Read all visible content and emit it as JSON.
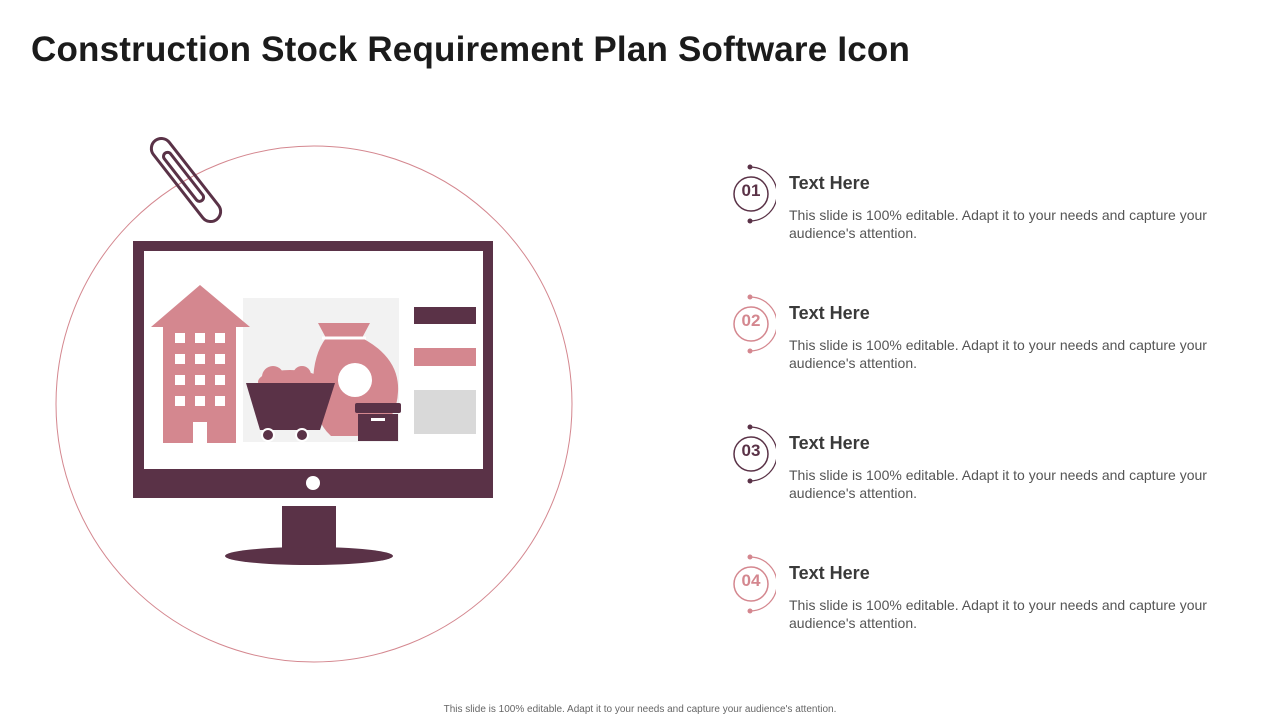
{
  "title": "Construction Stock Requirement Plan Software Icon",
  "colors": {
    "dark": "#5a3247",
    "pink": "#d4878f",
    "light_gray": "#f2f2f2",
    "gray": "#d9d9d9",
    "circle_outline": "#d4878f"
  },
  "icons": [
    "paperclip-icon",
    "monitor-icon",
    "building-icon",
    "mining-cart-icon",
    "sack-icon",
    "box-icon"
  ],
  "items": [
    {
      "number": "01",
      "heading": "Text Here",
      "text": "This slide is 100% editable. Adapt it to your needs and capture your audience's attention.",
      "accent": "#5a3247"
    },
    {
      "number": "02",
      "heading": "Text Here",
      "text": "This slide is 100% editable. Adapt it to your needs and capture your audience's attention.",
      "accent": "#d4878f"
    },
    {
      "number": "03",
      "heading": "Text Here",
      "text": "This slide is 100% editable. Adapt it to your needs and capture your audience's attention.",
      "accent": "#5a3247"
    },
    {
      "number": "04",
      "heading": "Text Here",
      "text": "This slide is 100% editable. Adapt it to your needs and capture your audience's attention.",
      "accent": "#d4878f"
    }
  ],
  "footer": "This slide is 100% editable. Adapt it to your needs and capture your audience's attention."
}
